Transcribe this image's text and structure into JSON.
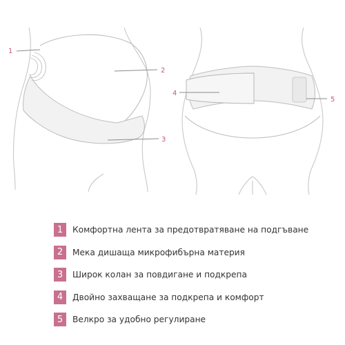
{
  "callouts": [
    "1",
    "2",
    "3",
    "4",
    "5"
  ],
  "legend": {
    "items": [
      {
        "num": "1",
        "text": "Комфортна лента за предотвратяване на подгъване"
      },
      {
        "num": "2",
        "text": "Мека дишаща микрофибърна материя"
      },
      {
        "num": "3",
        "text": "Широк колан за повдигане и подкрепа"
      },
      {
        "num": "4",
        "text": "Двойно захващане за подкрепа и комфорт"
      },
      {
        "num": "5",
        "text": "Велкро за удобно регулиране"
      }
    ]
  },
  "colors": {
    "accent": "#c9708f",
    "callout_text": "#c4577f",
    "outline": "#bfbfbf",
    "belt_fill": "#f2f2f2"
  }
}
